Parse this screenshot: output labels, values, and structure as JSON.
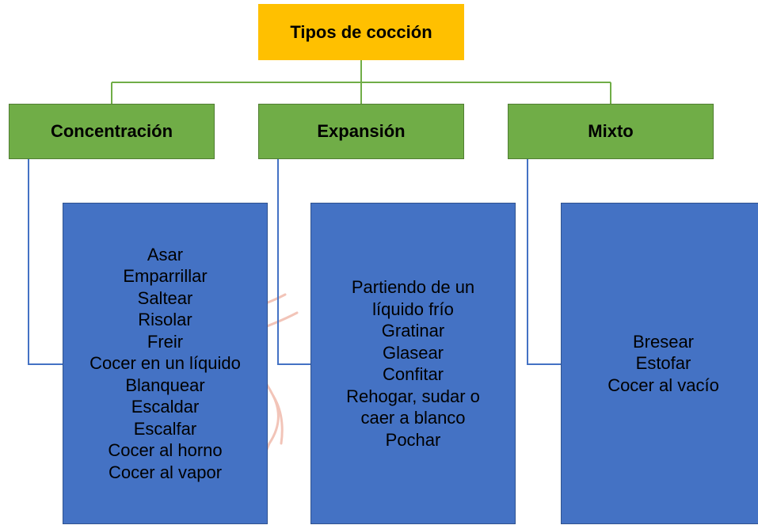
{
  "colors": {
    "root_fill": "#ffc000",
    "category_fill": "#70ad47",
    "category_border": "#507e32",
    "list_fill": "#4472c4",
    "green_connector": "#70ad47",
    "blue_connector": "#4472c4"
  },
  "root": {
    "label": "Tipos de cocción"
  },
  "categories": [
    {
      "label": "Concentración",
      "methods": [
        "Asar",
        "Emparrillar",
        "Saltear",
        "Risolar",
        "Freir",
        "Cocer en un líquido",
        "Blanquear",
        "Escaldar",
        "Escalfar",
        "Cocer al horno",
        "Cocer al vapor"
      ]
    },
    {
      "label": "Expansión",
      "methods": [
        "Partiendo de un",
        "líquido frío",
        "Gratinar",
        "Glasear",
        "Confitar",
        "Rehogar, sudar o",
        "caer a blanco",
        "Pochar"
      ]
    },
    {
      "label": "Mixto",
      "methods": [
        "Bresear",
        "Estofar",
        "Cocer al vacío"
      ]
    }
  ]
}
